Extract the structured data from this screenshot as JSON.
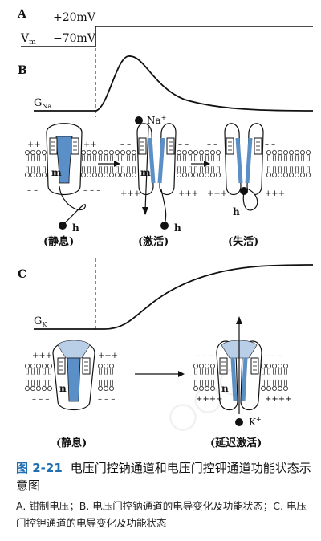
{
  "panels": {
    "A": {
      "letter": "A",
      "high_label": "+20mV",
      "low_label": "−70mV",
      "vm_main": "V",
      "vm_sub": "m"
    },
    "B": {
      "letter": "B",
      "g_main": "G",
      "g_sub": "Na",
      "ion_main": "Na",
      "ion_sup": "+",
      "gate_m": "m",
      "gate_h": "h",
      "state_rest": "(静息)",
      "state_active": "(激活)",
      "state_inactive": "(失活)"
    },
    "C": {
      "letter": "C",
      "g_main": "G",
      "g_sub": "K",
      "ion_main": "K",
      "ion_sup": "+",
      "gate_n": "n",
      "state_rest": "(静息)",
      "state_delayed": "(延迟激活)"
    }
  },
  "caption": {
    "number": "图 2-21",
    "title": "电压门控钠通道和电压门控钾通道功能状态示意图",
    "body": "A. 钳制电压；B. 电压门控钠通道的电导变化及功能状态；C. 电压门控钾通道的电导变化及功能状态"
  },
  "colors": {
    "channel_blue": "#5b8fc7",
    "caption_blue": "#1f6fb2"
  }
}
